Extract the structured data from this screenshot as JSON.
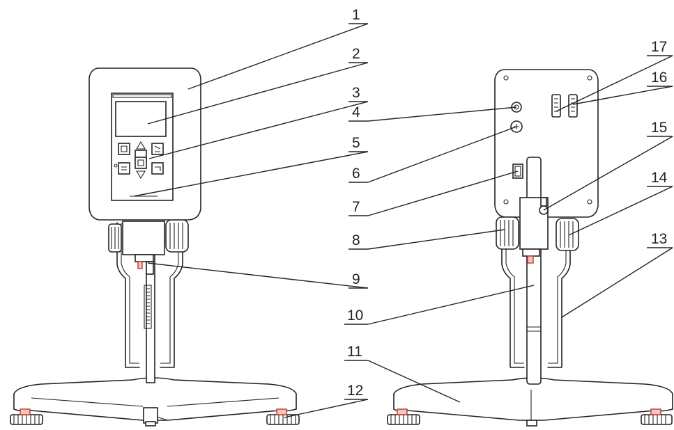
{
  "figure": {
    "callouts": [
      {
        "id": "1",
        "label": "1"
      },
      {
        "id": "2",
        "label": "2"
      },
      {
        "id": "3",
        "label": "3"
      },
      {
        "id": "4",
        "label": "4"
      },
      {
        "id": "5",
        "label": "5"
      },
      {
        "id": "6",
        "label": "6"
      },
      {
        "id": "7",
        "label": "7"
      },
      {
        "id": "8",
        "label": "8"
      },
      {
        "id": "9",
        "label": "9"
      },
      {
        "id": "10",
        "label": "10"
      },
      {
        "id": "11",
        "label": "11"
      },
      {
        "id": "12",
        "label": "12"
      },
      {
        "id": "13",
        "label": "13"
      },
      {
        "id": "14",
        "label": "14"
      },
      {
        "id": "15",
        "label": "15"
      },
      {
        "id": "16",
        "label": "16"
      },
      {
        "id": "17",
        "label": "17"
      }
    ]
  }
}
